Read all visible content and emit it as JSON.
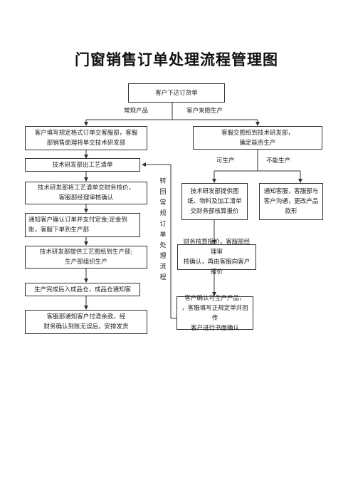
{
  "title": "门窗销售订单处理流程管理图",
  "nodes": {
    "start": "客户下达订货单",
    "left1": [
      "客户填写规定格式订单交客服部，客服",
      "部销售助理将单交技术研发部"
    ],
    "left2": "技术研发部出工艺清单",
    "left3": [
      "技术研发部将工艺清单交财务核价，",
      "客服部经理审核确认"
    ],
    "left4": [
      "通知客户确认订单并支付定金;定金到",
      "账，客服下单到生产部"
    ],
    "left5": [
      "技术研发部提供工艺图纸到生产部;",
      "生产部组织生产"
    ],
    "left6": "生产完成后入成品仓，成品仓通知客",
    "left7": [
      "客服部通知客户付清余款，经",
      "财务确认到账无误后，安排发货"
    ],
    "right1": [
      "客服交图纸到技术研发部，",
      "确定能否生产"
    ],
    "right2": [
      "技术研发部提供图",
      "纸、物料及加工清单",
      "交财务部核算报价"
    ],
    "right3": [
      "通知客服，客服部与",
      "客户沟通，更改产品",
      "款形"
    ],
    "right4": [
      "财务核算报价，客服部经理审",
      "核确认，再由客服向客户报价"
    ],
    "right5": [
      "客户确认可生产产品，",
      "，客服填写正规定单并回传",
      "客户进行书面确认"
    ]
  },
  "labels": {
    "regular": "常规产品",
    "custom": "客户来图生产",
    "can": "可生产",
    "cannot": "不能生产",
    "transfer": [
      "转",
      "回",
      "常",
      "规",
      "订",
      "单",
      "处",
      "理",
      "流",
      "程"
    ]
  }
}
